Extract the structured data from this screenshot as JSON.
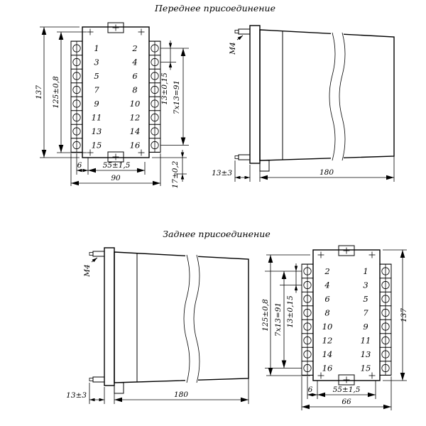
{
  "titles": {
    "front": "Переднее присоединение",
    "rear": "Заднее присоединение"
  },
  "front_view": {
    "left_terminals": [
      "1",
      "3",
      "5",
      "7",
      "9",
      "11",
      "13",
      "15"
    ],
    "right_terminals": [
      "2",
      "4",
      "6",
      "8",
      "10",
      "12",
      "14",
      "16"
    ],
    "dims": {
      "overall_height": "137",
      "mounting_height": "125±0,8",
      "terminal_pitch": "13±0,15",
      "pitch_total": "7x13=91",
      "bottom_offset": "17±0,2",
      "edge_offset": "6",
      "mounting_width": "55±1,5",
      "overall_width": "90"
    }
  },
  "side_view": {
    "thread_label": "M4",
    "pin_length": "13±3",
    "overall_depth": "180"
  },
  "rear_view": {
    "left_terminals": [
      "2",
      "4",
      "6",
      "8",
      "10",
      "12",
      "14",
      "16"
    ],
    "right_terminals": [
      "1",
      "3",
      "5",
      "7",
      "9",
      "11",
      "13",
      "15"
    ],
    "dims": {
      "mounting_height": "125±0,8",
      "pitch_total": "7x13=91",
      "terminal_pitch": "13±0,15",
      "overall_height": "137",
      "edge_offset": "6",
      "mounting_width": "55±1,5",
      "overall_width": "66"
    }
  }
}
